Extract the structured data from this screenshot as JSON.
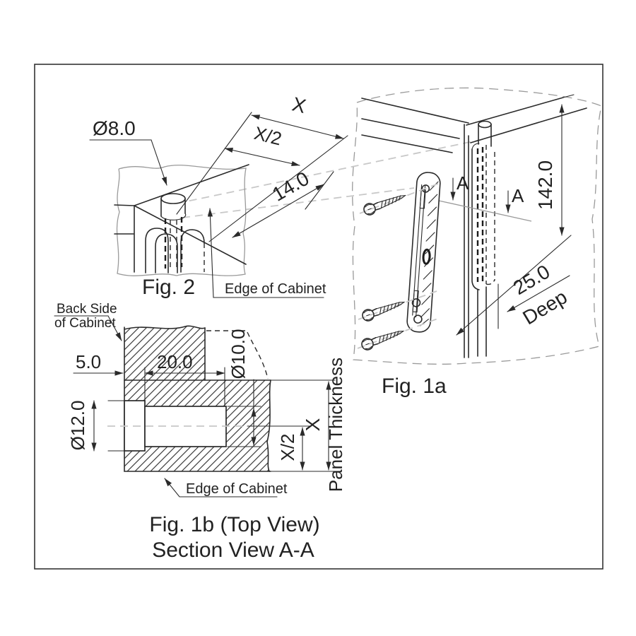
{
  "drawing": {
    "fig2": {
      "caption": "Fig. 2",
      "pin_diameter": "Ø8.0",
      "dim_x": "X",
      "dim_x_half": "X/2",
      "dim_depth": "14.0",
      "edge_label": "Edge of Cabinet"
    },
    "fig1a": {
      "caption": "Fig. 1a",
      "dim_height": "142.0",
      "section_marker_left": "A",
      "section_marker_right": "A",
      "deep_value": "25.0",
      "deep_word": "Deep"
    },
    "fig1b": {
      "caption_line1": "Fig. 1b (Top View)",
      "caption_line2": "Section View A-A",
      "back_side_label_line1": "Back Side",
      "back_side_label_line2": "of Cabinet",
      "dim_offset": "5.0",
      "dim_hole_depth": "20.0",
      "dim_d10": "Ø10.0",
      "dim_d12": "Ø12.0",
      "dim_x": "X",
      "dim_x_half": "X/2",
      "dim_panel_thickness": "Panel Thickness",
      "edge_label": "Edge of Cabinet"
    },
    "colors": {
      "line": "#2a2a2a",
      "torn_edge": "#9a9a9a",
      "centerline": "#c8c8c8",
      "frame": "#333333",
      "background": "#ffffff"
    }
  }
}
